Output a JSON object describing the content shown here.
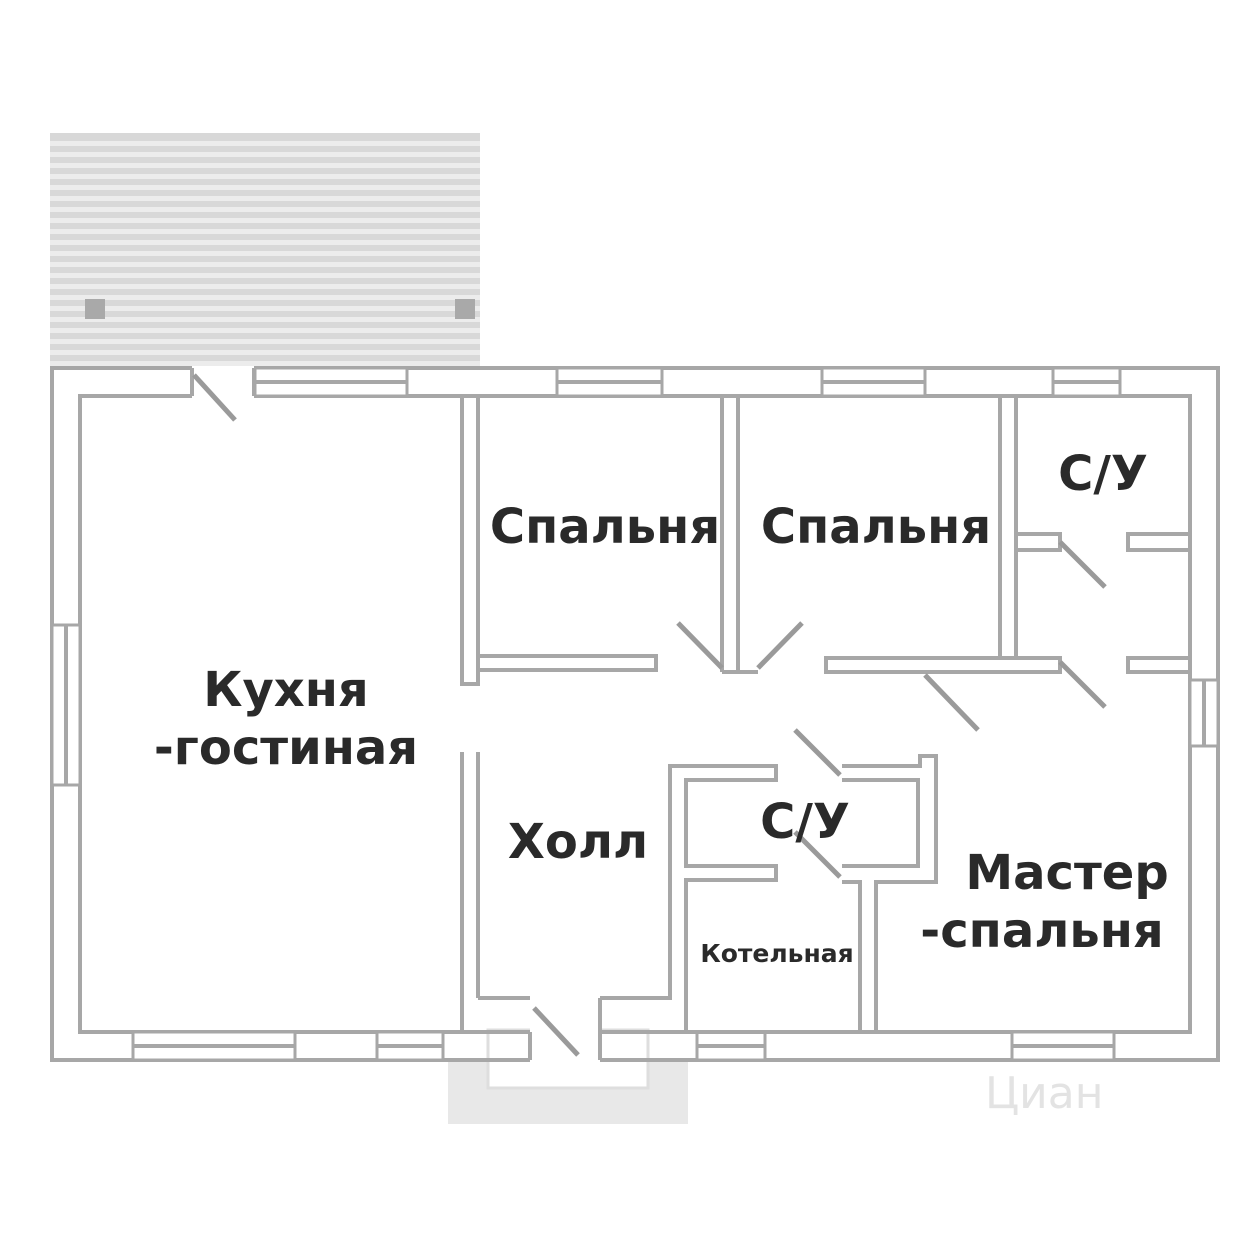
{
  "rooms": {
    "kitchen_line1": "Кухня",
    "kitchen_line2": "-гостиная",
    "bedroom_1": "Спальня",
    "bedroom_2": "Спальня",
    "bathroom_1": "С/У",
    "bathroom_2": "С/У",
    "hall": "Холл",
    "boiler_room": "Котельная",
    "master_line1": "Мастер",
    "master_line2": "-спальня"
  },
  "watermark": "Циан",
  "colors": {
    "wall": "#a7a7a7",
    "label": "#2a2a2a",
    "terrace": "#d8d8d8",
    "porch": "#e8e8e8"
  }
}
